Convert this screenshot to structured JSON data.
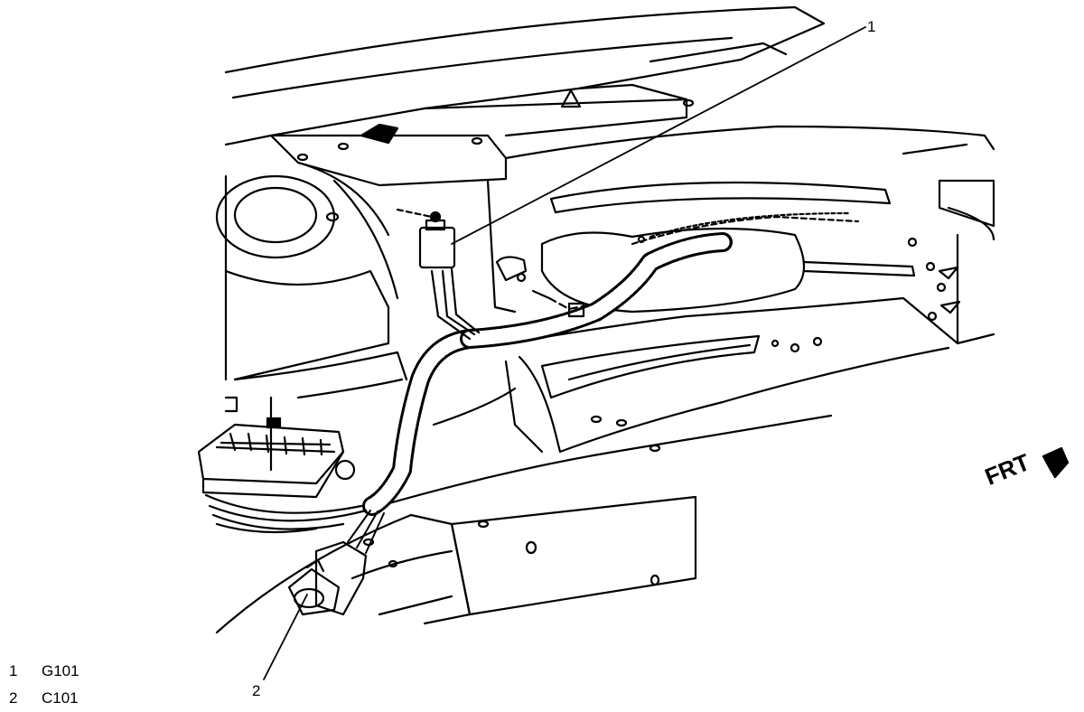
{
  "callouts": [
    {
      "number": "1"
    },
    {
      "number": "2"
    }
  ],
  "legend": [
    {
      "number": "1",
      "label": "G101"
    },
    {
      "number": "2",
      "label": "C101"
    }
  ],
  "direction_indicator": {
    "label": "FRT"
  }
}
